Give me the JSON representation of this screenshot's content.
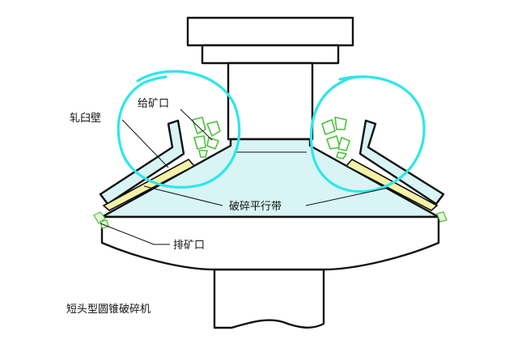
{
  "labels": {
    "feed_opening": "给矿口",
    "bowl_liner": "轧臼壁",
    "parallel_zone": "破碎平行带",
    "discharge_opening": "排矿口",
    "caption": "短头型圆锥破碎机"
  },
  "colors": {
    "outline": "#111111",
    "liner_fill": "#d8f4f4",
    "parallel_band": "#f5f2a8",
    "ore_stroke": "#4cc13a",
    "highlight_ring": "#2ee6ea"
  }
}
